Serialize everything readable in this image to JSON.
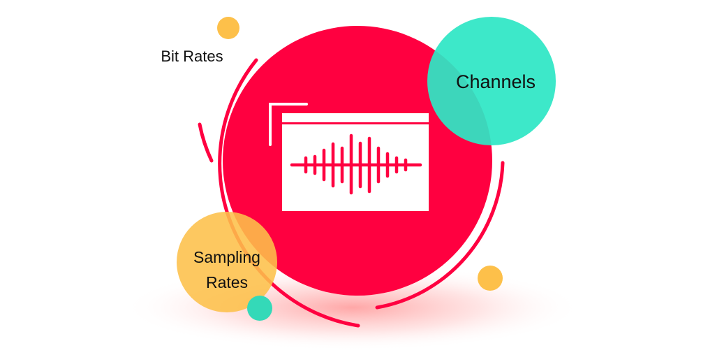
{
  "labels": {
    "bit_rates": "Bit Rates",
    "channels": "Channels",
    "sampling_line1": "Sampling",
    "sampling_line2": "Rates"
  },
  "icons": {
    "center": "audio-waveform-window-icon"
  },
  "colors": {
    "main_circle": "#FF0040",
    "channels_circle": "#2EE6C5",
    "sampling_circle": "#FDC04A",
    "small_yellow": "#FDC04A",
    "small_teal": "#34D9B8",
    "waveform": "#FF0040",
    "window": "#FFFFFF",
    "arcs": "#FF0040",
    "shadow": "#FF6B6B"
  }
}
